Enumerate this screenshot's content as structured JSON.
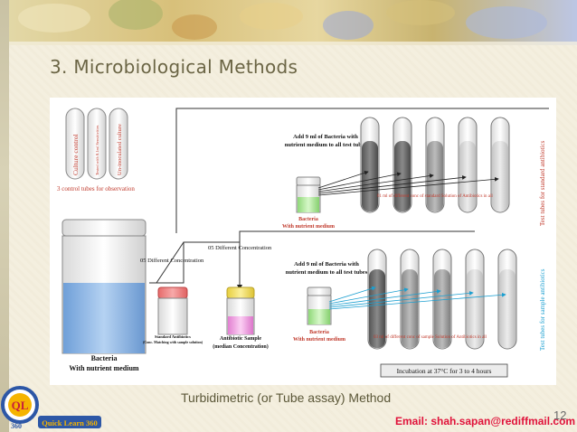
{
  "slide": {
    "title": "3. Microbiological Methods",
    "caption": "Turbidimetric  (or Tube assay)  Method",
    "email": "Email: shah.sapan@rediffmail.com",
    "page_number": "12"
  },
  "logo": {
    "brand": "Quick Learn 360",
    "badge": "360"
  },
  "diagram": {
    "control_tubes": [
      "Culture control",
      "Tested with 0.1ml Sensitivities",
      "Un-inoculated culture"
    ],
    "control_caption": "3 control tubes for observation",
    "bacteria_jar": {
      "title": "Bacteria",
      "subtitle": "With nutrient medium"
    },
    "top_instruction": {
      "line1": "Add 9 ml of Bacteria with",
      "line2": "nutrient medium to all test tubes"
    },
    "top_small_jar": {
      "line1": "Bacteria",
      "line2": "With nutrient medium"
    },
    "top_label": "01 ml of  different conc of standard Solution of Antibiotics in all",
    "top_side_label": "Test tubes for standard antibiotics",
    "five_conc_left": "05 Different Concentration",
    "five_conc_center": "05 Different Concentration",
    "std_jar": {
      "line1": "Standard Antibiotics",
      "line2": "(Conc. Matching with sample solution)"
    },
    "sample_jar": {
      "line1": "Antibiotic Sample",
      "line2": "(median Concentration)"
    },
    "bottom_instruction": {
      "line1": "Add 9 ml of Bacteria with",
      "line2": "nutrient medium to all test tubes"
    },
    "bottom_small_jar": {
      "line1": "Bacteria",
      "line2": "With nutrient medium"
    },
    "bottom_label": "03 ml of  different conc of  sample Solution of Antibiotics in all",
    "bottom_side_label": "Test tubes for sample antibiotics",
    "incubation": "Incubation at 37°C for 3 to 4 hours"
  },
  "colors": {
    "title": "#6b6545",
    "email": "#e0123a",
    "red_label": "#c0392b",
    "std_cap": "#f08080",
    "sample_cap": "#f5e16b",
    "broth_green": "#b8f0a0",
    "broth_blue": "#8fb9e8",
    "sample_pink": "#f4a6e8"
  }
}
